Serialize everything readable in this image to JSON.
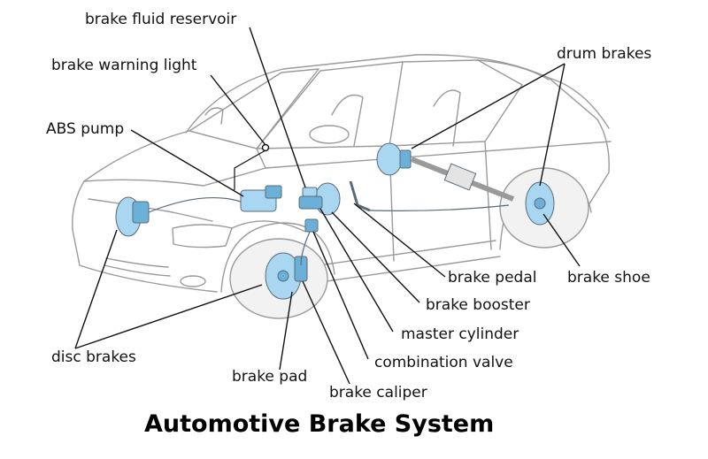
{
  "title": "Automotive Brake System",
  "labels": {
    "brake_fluid_reservoir": "brake fluid reservoir",
    "brake_warning_light": "brake warning light",
    "abs_pump": "ABS pump",
    "drum_brakes": "drum brakes",
    "brake_pedal": "brake pedal",
    "brake_shoe": "brake shoe",
    "brake_booster": "brake booster",
    "master_cylinder": "master cylinder",
    "combination_valve": "combination valve",
    "disc_brakes": "disc brakes",
    "brake_pad": "brake pad",
    "brake_caliper": "brake caliper"
  },
  "colors": {
    "component_fill": "#a9d6f0",
    "component_dark": "#6bb0d8",
    "car_outline": "#9a9a9a",
    "leader_line": "#111111"
  }
}
